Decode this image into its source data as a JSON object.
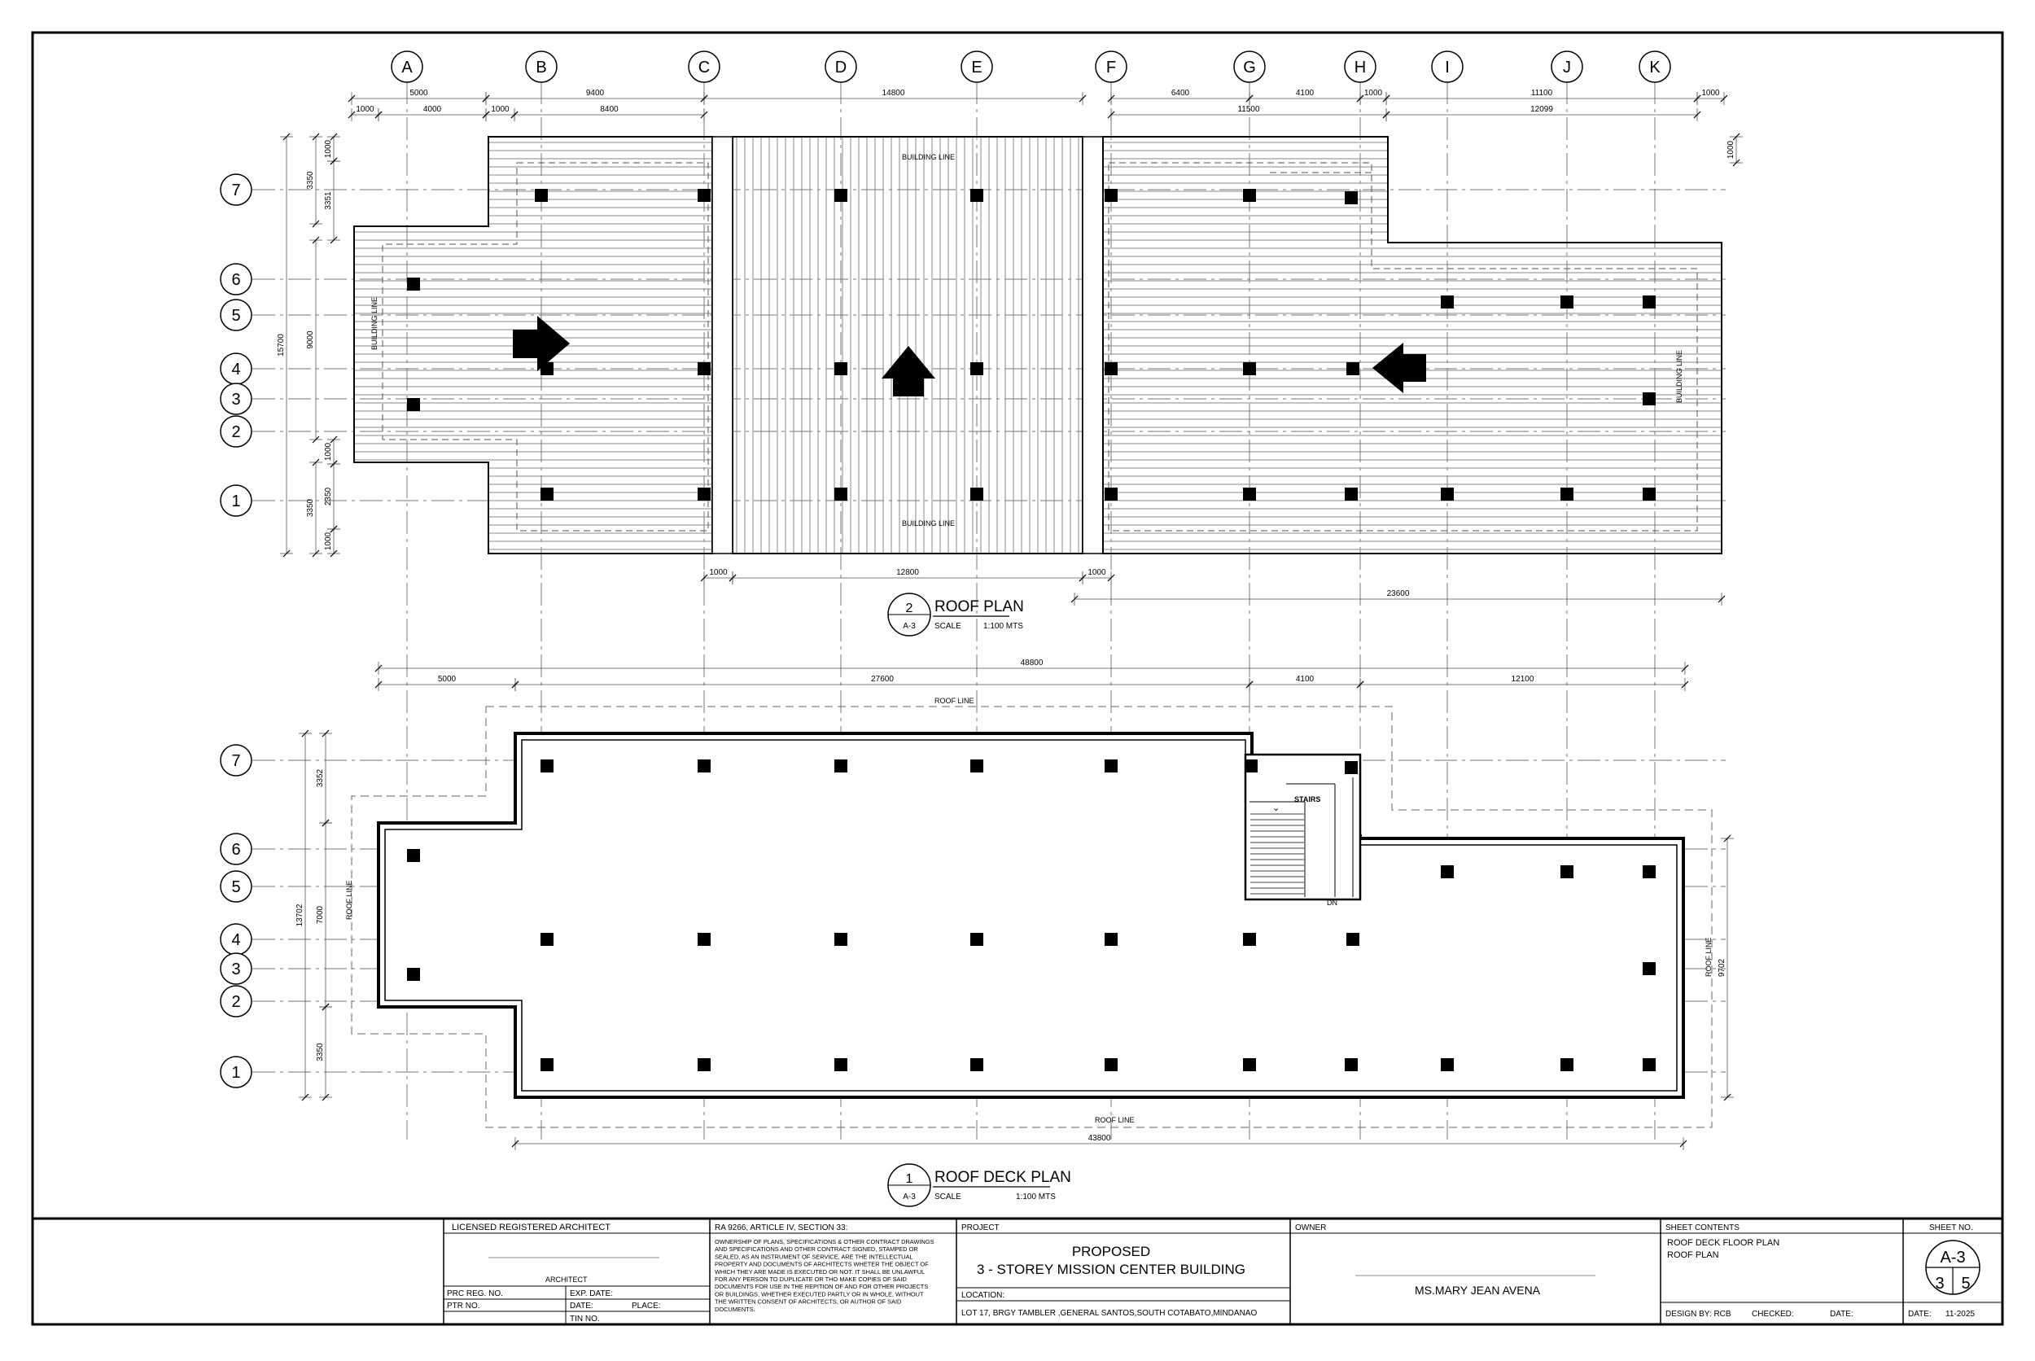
{
  "grid_columns": [
    "A",
    "B",
    "C",
    "D",
    "E",
    "F",
    "G",
    "H",
    "I",
    "J",
    "K"
  ],
  "grid_rows": [
    "7",
    "6",
    "5",
    "4",
    "3",
    "2",
    "1"
  ],
  "roof_plan": {
    "number": "2",
    "sheet_ref": "A-3",
    "title": "ROOF PLAN",
    "scale_label": "SCALE",
    "scale_value": "1:100 MTS",
    "building_line_label": "BUILDING LINE",
    "dims_top_row1": [
      "5000",
      "9400",
      "14800",
      "6400",
      "4100",
      "1000",
      "11100",
      "1000"
    ],
    "dims_top_row2": [
      "1000",
      "4000",
      "1000",
      "8400",
      "11500",
      "12099"
    ],
    "dims_left": [
      "3350",
      "3351",
      "1000",
      "15700",
      "9000",
      "1000",
      "2350",
      "3350",
      "1000"
    ],
    "dims_right": [
      "1000"
    ],
    "dims_bottom": [
      "1000",
      "12800",
      "1000",
      "23600"
    ]
  },
  "roof_deck_plan": {
    "number": "1",
    "sheet_ref": "A-3",
    "title": "ROOF DECK PLAN",
    "scale_label": "SCALE",
    "scale_value": "1:100 MTS",
    "roof_line_label": "ROOF LINE",
    "stairs_label": "STAIRS",
    "down_label": "DN",
    "dims_top": [
      "48800",
      "5000",
      "27600",
      "4100",
      "12100"
    ],
    "dims_left": [
      "3352",
      "13702",
      "7000",
      "3350"
    ],
    "dims_right": [
      "9702"
    ],
    "dims_bottom": [
      "43800"
    ]
  },
  "title_block": {
    "architect_header": "LICENSED REGISTERED ARCHITECT",
    "architect_label": "ARCHITECT",
    "prc_label": "PRC REG. NO.",
    "exp_label": "EXP. DATE:",
    "ptr_label": "PTR NO.",
    "date_label": "DATE:",
    "place_label": "PLACE:",
    "tin_label": "TIN NO.",
    "ra_header": "RA 9266, ARTICLE IV, SECTION 33:",
    "ra_lines": [
      "OWNERSHIP OF PLANS, SPECIFICATIONS & OTHER CONTRACT DRAWINGS",
      "AND SPECIFICATIONS AND OTHER CONTRACT SIGNED, STAMPED OR",
      "SEALED, AS AN INSTRUMENT OF SERVICE, ARE THE INTELLECTUAL",
      "PROPERTY AND DOCUMENTS OF ARCHITECTS WHETER THE OBJECT OF",
      "WHICH THEY ARE MADE IS EXECUTED OR NOT. IT SHALL BE UNLAWFUL",
      "FOR ANY PERSON TO DUPLICATE OR THO MAKE COPIES OF SAID",
      "DOCUMENTS FOR USE IN THE REPITION OF AND FOR OTHER PROJECTS",
      "OR BUILDINGS, WHETHER EXECUTED PARTLY OR IN WHOLE, WITHOUT",
      "THE WRITTEN CONSENT OF ARCHITECTS, OR AUTHOR OF SAID",
      "DOCUMENTS."
    ],
    "project_label": "PROJECT",
    "project_line1": "PROPOSED",
    "project_line2": "3 - STOREY MISSION CENTER BUILDING",
    "location_label": "LOCATION:",
    "location_value": "LOT 17, BRGY TAMBLER ,GENERAL SANTOS,SOUTH COTABATO,MINDANAO",
    "owner_label": "OWNER",
    "owner_name": "MS.MARY JEAN AVENA",
    "sheet_contents_label": "SHEET CONTENTS",
    "sheet_contents_1": "ROOF DECK FLOOR PLAN",
    "sheet_contents_2": "ROOF PLAN",
    "design_by": "DESIGN BY:  RCB",
    "checked": "CHECKED:",
    "date": "DATE:",
    "sheet_no_label": "SHEET NO.",
    "sheet_no": "A-3",
    "sheet_index": "3",
    "sheet_total": "5",
    "date_value_label": "DATE:",
    "date_value": "11-2025"
  }
}
